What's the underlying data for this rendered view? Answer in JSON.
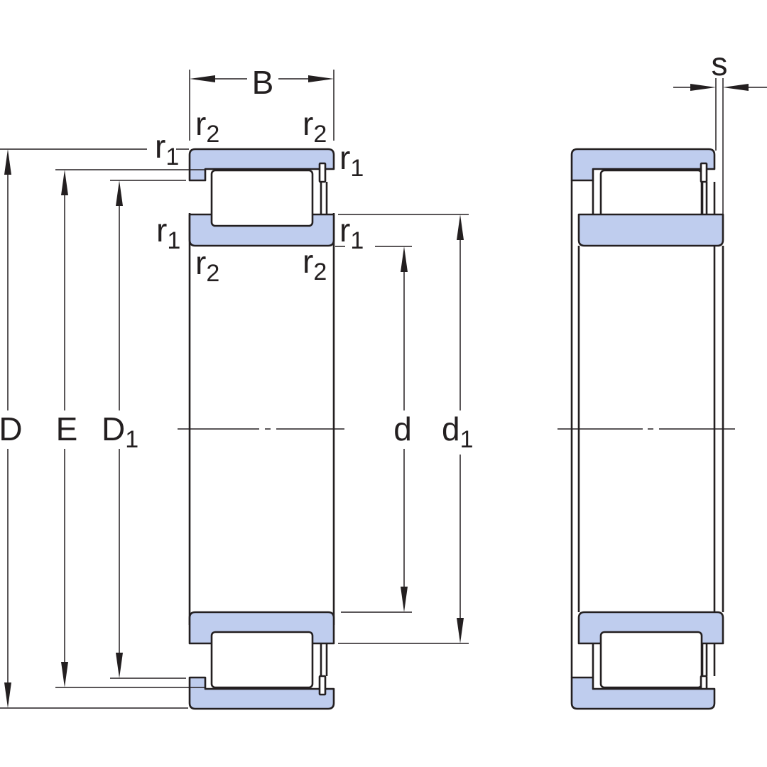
{
  "colors": {
    "ring_fill": "#bfcdee",
    "line": "#231f20",
    "background": "#ffffff"
  },
  "labels": {
    "B": "B",
    "s": "s",
    "D": "D",
    "E": "E",
    "D1": {
      "main": "D",
      "sub": "1"
    },
    "d": "d",
    "d1": {
      "main": "d",
      "sub": "1"
    },
    "r1": {
      "main": "r",
      "sub": "1"
    },
    "r2": {
      "main": "r",
      "sub": "2"
    }
  }
}
